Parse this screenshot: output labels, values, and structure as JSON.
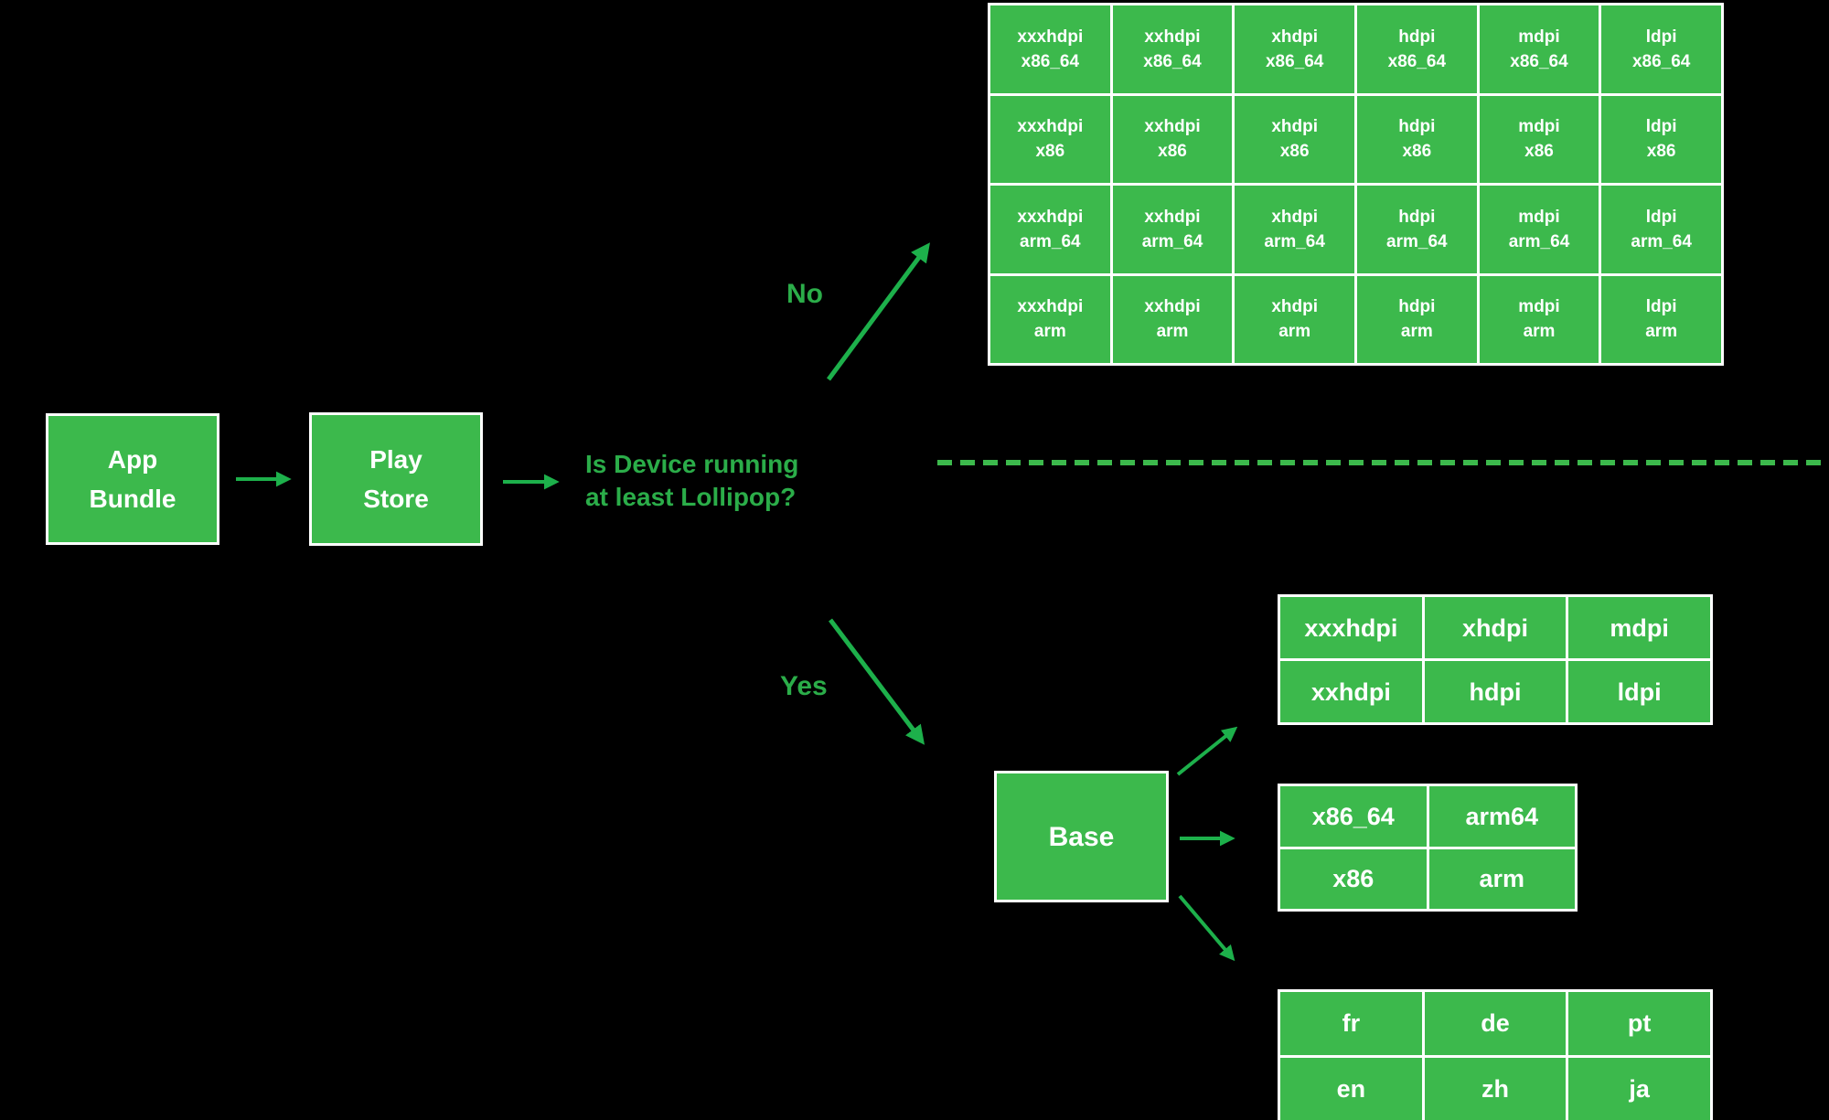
{
  "colors": {
    "box_green": "#3cb94c",
    "text_green": "#2bad49",
    "arrow_green": "#1db04b",
    "line_white": "#ffffff",
    "cell_text": "#ffffff",
    "bg": "#000000"
  },
  "flow": {
    "app_bundle_label": "App\nBundle",
    "play_store_label": "Play\nStore",
    "question": "Is Device running\nat least Lollipop?",
    "no_label": "No",
    "yes_label": "Yes",
    "base_label": "Base"
  },
  "legacy_grid": {
    "rows": [
      [
        "xxxhdpi\nx86_64",
        "xxhdpi\nx86_64",
        "xhdpi\nx86_64",
        "hdpi\nx86_64",
        "mdpi\nx86_64",
        "ldpi\nx86_64"
      ],
      [
        "xxxhdpi\nx86",
        "xxhdpi\nx86",
        "xhdpi\nx86",
        "hdpi\nx86",
        "mdpi\nx86",
        "ldpi\nx86"
      ],
      [
        "xxxhdpi\narm_64",
        "xxhdpi\narm_64",
        "xhdpi\narm_64",
        "hdpi\narm_64",
        "mdpi\narm_64",
        "ldpi\narm_64"
      ],
      [
        "xxxhdpi\narm",
        "xxhdpi\narm",
        "xhdpi\narm",
        "hdpi\narm",
        "mdpi\narm",
        "ldpi\narm"
      ]
    ]
  },
  "density_table": {
    "rows": [
      [
        "xxxhdpi",
        "xhdpi",
        "mdpi"
      ],
      [
        "xxhdpi",
        "hdpi",
        "ldpi"
      ]
    ]
  },
  "abi_table": {
    "rows": [
      [
        "x86_64",
        "arm64"
      ],
      [
        "x86",
        "arm"
      ]
    ]
  },
  "language_table": {
    "rows": [
      [
        "fr",
        "de",
        "pt"
      ],
      [
        "en",
        "zh",
        "ja"
      ]
    ]
  }
}
